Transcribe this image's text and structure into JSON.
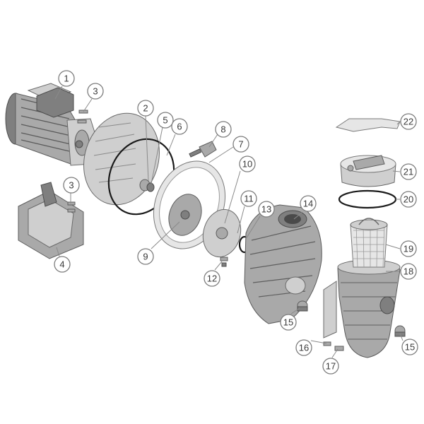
{
  "diagram": {
    "callouts": [
      {
        "id": "c1",
        "label": "1"
      },
      {
        "id": "c2",
        "label": "2"
      },
      {
        "id": "c3a",
        "label": "3"
      },
      {
        "id": "c3b",
        "label": "3"
      },
      {
        "id": "c4",
        "label": "4"
      },
      {
        "id": "c5",
        "label": "5"
      },
      {
        "id": "c6",
        "label": "6"
      },
      {
        "id": "c7",
        "label": "7"
      },
      {
        "id": "c8",
        "label": "8"
      },
      {
        "id": "c9",
        "label": "9"
      },
      {
        "id": "c10",
        "label": "10"
      },
      {
        "id": "c11",
        "label": "11"
      },
      {
        "id": "c12",
        "label": "12"
      },
      {
        "id": "c13",
        "label": "13"
      },
      {
        "id": "c14",
        "label": "14"
      },
      {
        "id": "c15a",
        "label": "15"
      },
      {
        "id": "c15b",
        "label": "15"
      },
      {
        "id": "c16",
        "label": "16"
      },
      {
        "id": "c17",
        "label": "17"
      },
      {
        "id": "c18",
        "label": "18"
      },
      {
        "id": "c19",
        "label": "19"
      },
      {
        "id": "c20",
        "label": "20"
      },
      {
        "id": "c21",
        "label": "21"
      },
      {
        "id": "c22",
        "label": "22"
      }
    ]
  },
  "colors": {
    "part_dark": "#7f7f7f",
    "part_mid": "#a9a9a9",
    "part_light": "#cfcfcf",
    "oring": "#1a1a1a",
    "callout_stroke": "#7d7d7d"
  }
}
